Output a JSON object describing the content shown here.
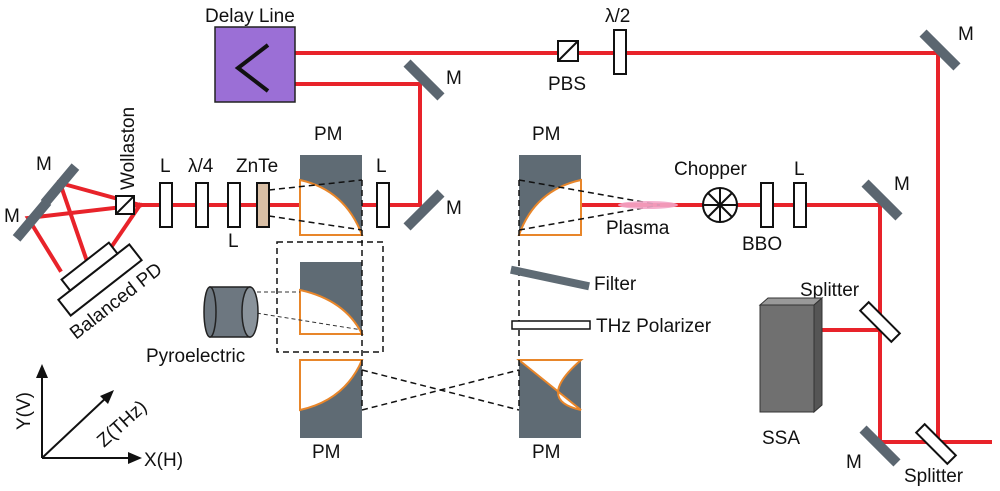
{
  "labels": {
    "delay_line": "Delay Line",
    "half_wave_top": "λ/2",
    "pbs": "PBS",
    "mirror": "M",
    "wollaston": "Wollaston",
    "lens": "L",
    "quarter_wave": "λ/4",
    "znte": "ZnTe",
    "pm": "PM",
    "chopper": "Chopper",
    "plasma": "Plasma",
    "bbo": "BBO",
    "balanced_pd": "Balanced PD",
    "filter": "Filter",
    "thz_polarizer": "THz Polarizer",
    "splitter": "Splitter",
    "pyroelectric": "Pyroelectric",
    "ssa": "SSA",
    "axis_y": "Y(V)",
    "axis_z": "Z(THz)",
    "axis_x": "X(H)"
  },
  "colors": {
    "beam": "#e8232a",
    "delay_line": "#9b6fd6",
    "mirror": "#5b6670",
    "parabolic_mirror": "#5f6b74",
    "mirror_edge": "#e8862a",
    "znte": "#d9bfa5",
    "ssa": "#6f6f6f"
  }
}
